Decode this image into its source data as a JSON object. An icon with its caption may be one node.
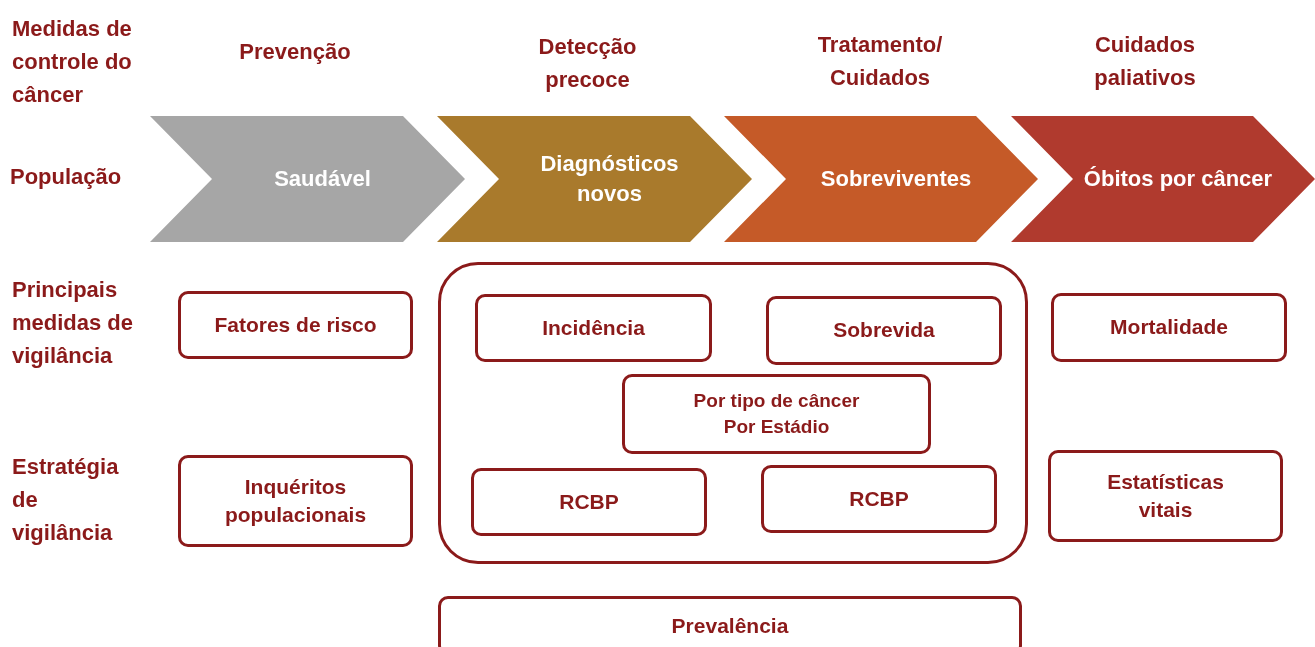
{
  "diagram": {
    "nodes": [
      {
        "text": [
          "Saudável"
        ]
      },
      {
        "text": [
          "Diagnósticos novos"
        ]
      },
      {
        "text": [
          "Sobreviventes"
        ]
      },
      {
        "text": [
          "Óbitos por câncer"
        ]
      },
      {
        "text": [
          "Fatores de risco"
        ]
      },
      {
        "text": [],
        "shape": "box"
      },
      {
        "text": [
          "Incidência"
        ],
        "in": 5
      },
      {
        "text": [
          "Sobrevida"
        ],
        "in": 5
      },
      {
        "text": [
          "Por tipo de câncer",
          "Por Estádio"
        ],
        "in": 5
      },
      {
        "text": [
          "RCBP"
        ],
        "in": 5
      },
      {
        "text": [
          "RCBP"
        ],
        "in": 5
      },
      {
        "text": [
          "Mortalidade"
        ]
      },
      {
        "text": [
          "Inquéritos populacionais"
        ]
      },
      {
        "text": [
          "Estatísticas vitais"
        ]
      },
      {
        "text": [
          "Prevalência"
        ]
      }
    ],
    "edges": [],
    "labels": [
      "Medidas de controle do câncer",
      "Prevenção",
      "Detecção precoce",
      "Tratamento/ Cuidados",
      "Cuidados paliativos",
      "População",
      "Principais medidas de vigilância",
      "Estratégia de vigilância"
    ]
  }
}
